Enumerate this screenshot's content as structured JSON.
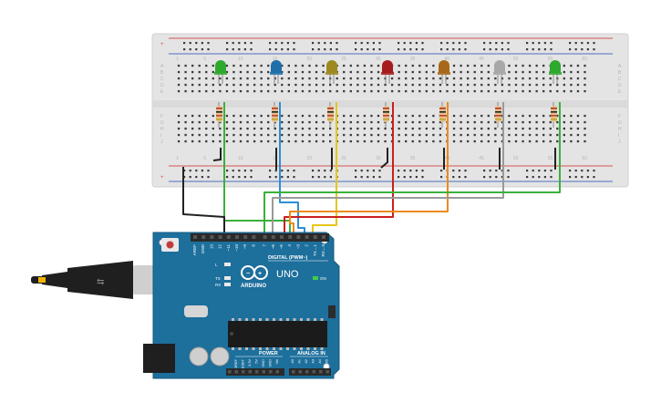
{
  "breadboard": {
    "column_numbers": [
      "1",
      "5",
      "10",
      "15",
      "20",
      "25",
      "30",
      "35",
      "40",
      "45",
      "50",
      "55",
      "60"
    ],
    "row_letters_top": [
      "A",
      "B",
      "C",
      "D",
      "E"
    ],
    "row_letters_bottom": [
      "F",
      "G",
      "H",
      "I",
      "J"
    ],
    "rail_marks": {
      "plus": "+",
      "minus": "−"
    },
    "colors": {
      "board": "#e4e4e4",
      "hole": "#3a3a3a",
      "rail_red": "#d9534f",
      "rail_blue": "#4a6fbf",
      "label": "#b5b5b5"
    }
  },
  "leds": [
    {
      "name": "green-led",
      "color": "#2fa82f"
    },
    {
      "name": "blue-led",
      "color": "#1f6fa8"
    },
    {
      "name": "olive-led",
      "color": "#9c8a21"
    },
    {
      "name": "red-led",
      "color": "#a61c1c"
    },
    {
      "name": "orange-led",
      "color": "#a8681a"
    },
    {
      "name": "white-led",
      "color": "#a8a8a8"
    },
    {
      "name": "green-led-2",
      "color": "#2fa82f"
    }
  ],
  "wires": {
    "colors": {
      "green": "#3bb03b",
      "blue": "#2b8fd6",
      "yellow": "#e6c61a",
      "red": "#c8201e",
      "orange": "#ef8a17",
      "gray": "#9a9a9a",
      "black": "#222222"
    }
  },
  "arduino": {
    "brand": "ARDUINO",
    "model": "UNO",
    "digital_header": "DIGITAL (PWM~)",
    "on_label": "ON",
    "led_labels": {
      "L": "L",
      "TX": "TX",
      "RX": "RX"
    },
    "digital_pins": [
      "AREF",
      "GND",
      "13",
      "12",
      "~11",
      "~10",
      "~9",
      "8",
      "7",
      "~6",
      "~5",
      "4",
      "~3",
      "2",
      "TX→1",
      "RX←0"
    ],
    "power_header": "POWER",
    "power_pins": [
      "IOREF",
      "RESET",
      "3.3V",
      "5V",
      "GND",
      "GND",
      "Vin"
    ],
    "analog_header": "ANALOG IN",
    "analog_pins": [
      "A0",
      "A1",
      "A2",
      "A3",
      "A4",
      "A5"
    ],
    "colors": {
      "board": "#1d6f9c",
      "board_edge": "#155a80",
      "header": "#2a2a2a",
      "chip": "#1b1b1b",
      "silk": "#ffffff",
      "reset": "#c23b3b",
      "on_led": "#44cc44"
    }
  },
  "usb_cable": {
    "color": "#1f1f1f",
    "plug": "#cfcfcf"
  }
}
